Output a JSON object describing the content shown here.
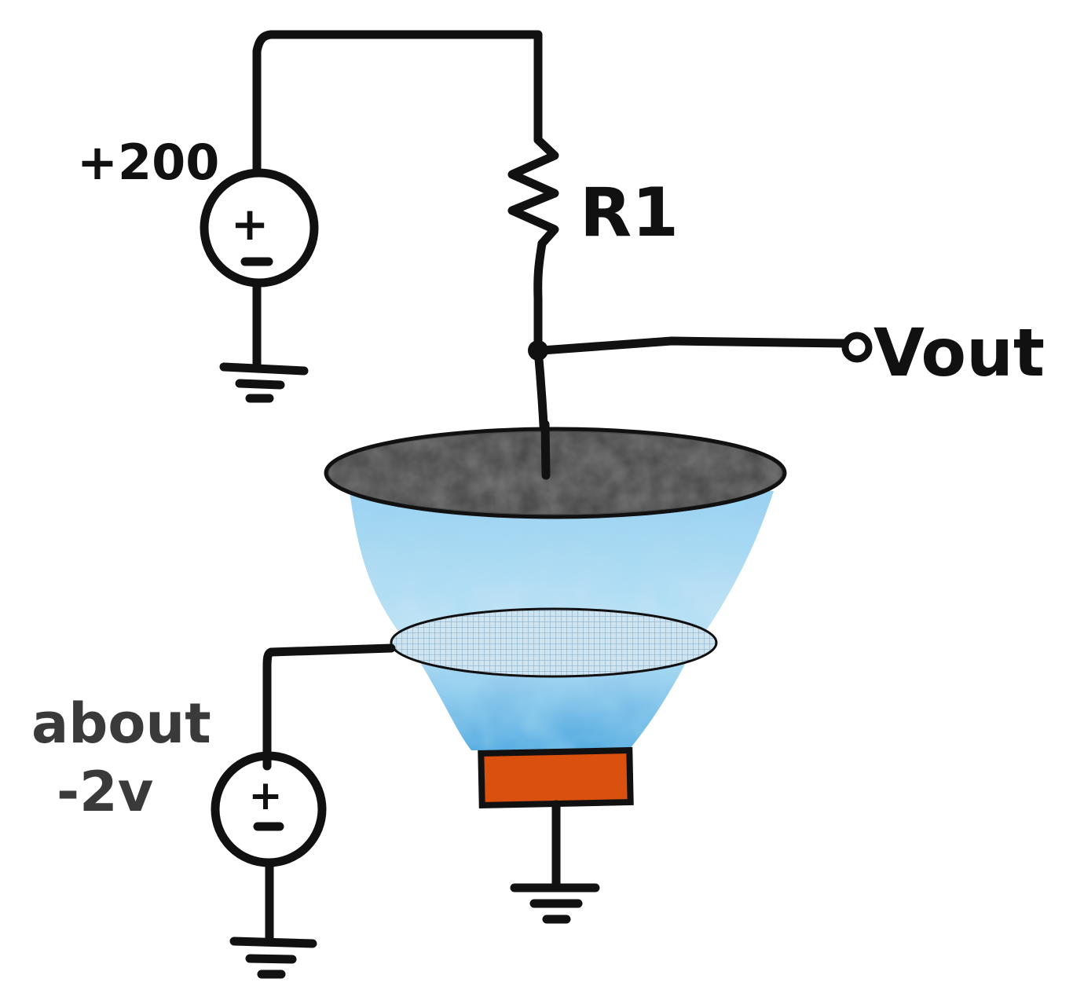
{
  "labels": {
    "plate_supply": "+200",
    "resistor": "R1",
    "output": "Vout",
    "grid_supply_line1": "about",
    "grid_supply_line2": "-2v"
  },
  "symbols": {
    "source_plus": "+",
    "source_minus": "−"
  },
  "colors": {
    "ink": "#111111",
    "plate": "#4a4a4a",
    "electron_cloud": "#5bb4e6",
    "grid_mesh": "#9fc6de",
    "cathode": "#d9500f",
    "grey_text": "#3a3a3a"
  }
}
